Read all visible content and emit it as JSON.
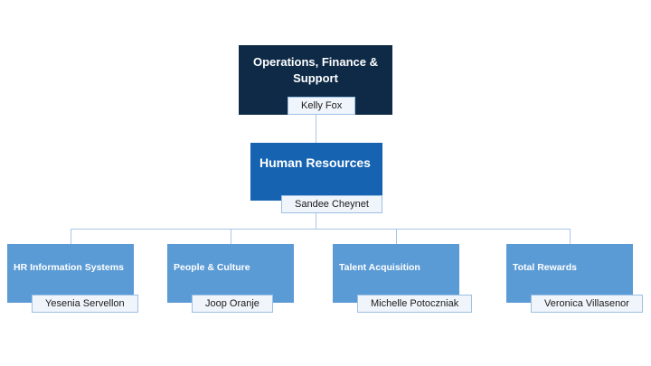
{
  "org": {
    "root": {
      "title": "Operations, Finance & Support",
      "person": "Kelly Fox"
    },
    "hr": {
      "title": "Human Resources",
      "person": "Sandee Cheynet"
    },
    "children": [
      {
        "title": "HR Information Systems",
        "person": "Yesenia Servellon"
      },
      {
        "title": "People & Culture",
        "person": "Joop Oranje"
      },
      {
        "title": "Talent Acquisition",
        "person": "Michelle Potoczniak"
      },
      {
        "title": "Total Rewards",
        "person": "Veronica Villasenor"
      }
    ]
  },
  "colors": {
    "root_fill": "#0E2A47",
    "hr_fill": "#1663B2",
    "child_fill": "#5B9BD5",
    "tag_fill": "#F0F5FB",
    "tag_border": "#9CC0E4",
    "connector_line": "#A9C7E8",
    "node_text": "#FFFFFF",
    "tag_text": "#1A1A1A"
  }
}
